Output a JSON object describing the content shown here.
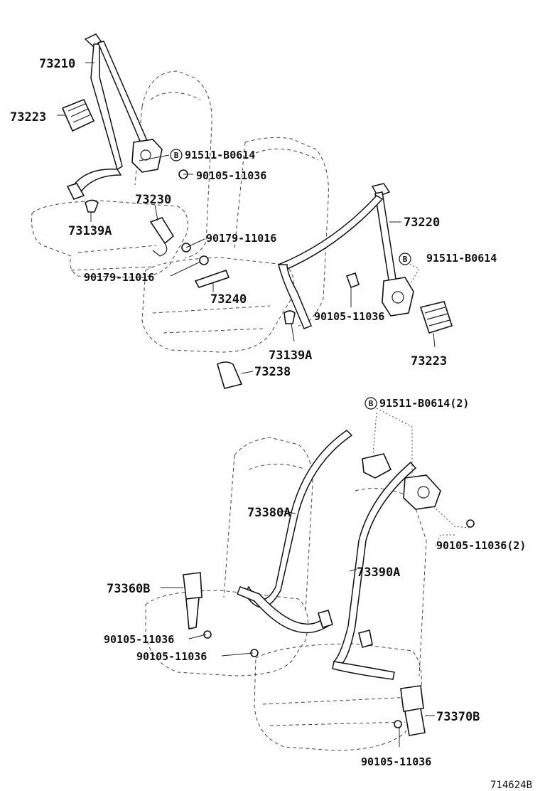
{
  "labels": {
    "p73210": "73210",
    "p73223_left": "73223",
    "p91511_top": "91511-B0614",
    "p90105_top": "90105-11036",
    "p73230": "73230",
    "p73139A_left": "73139A",
    "p90179_right": "90179-11016",
    "p90179_left": "90179-11016",
    "p73240": "73240",
    "p73220": "73220",
    "p91511_mid": "91511-B0614",
    "p90105_mid": "90105-11036",
    "p73139A_right": "73139A",
    "p73223_right": "73223",
    "p73238": "73238",
    "p91511_rear": "91511-B0614(2)",
    "p73380A": "73380A",
    "p90105_rear2": "90105-11036(2)",
    "p73390A": "73390A",
    "p73360B": "73360B",
    "p90105_rearA": "90105-11036",
    "p90105_rearB": "90105-11036",
    "p73370B": "73370B",
    "p90105_bottom": "90105-11036"
  },
  "badge_letter": "B",
  "figure_number": "714624B"
}
